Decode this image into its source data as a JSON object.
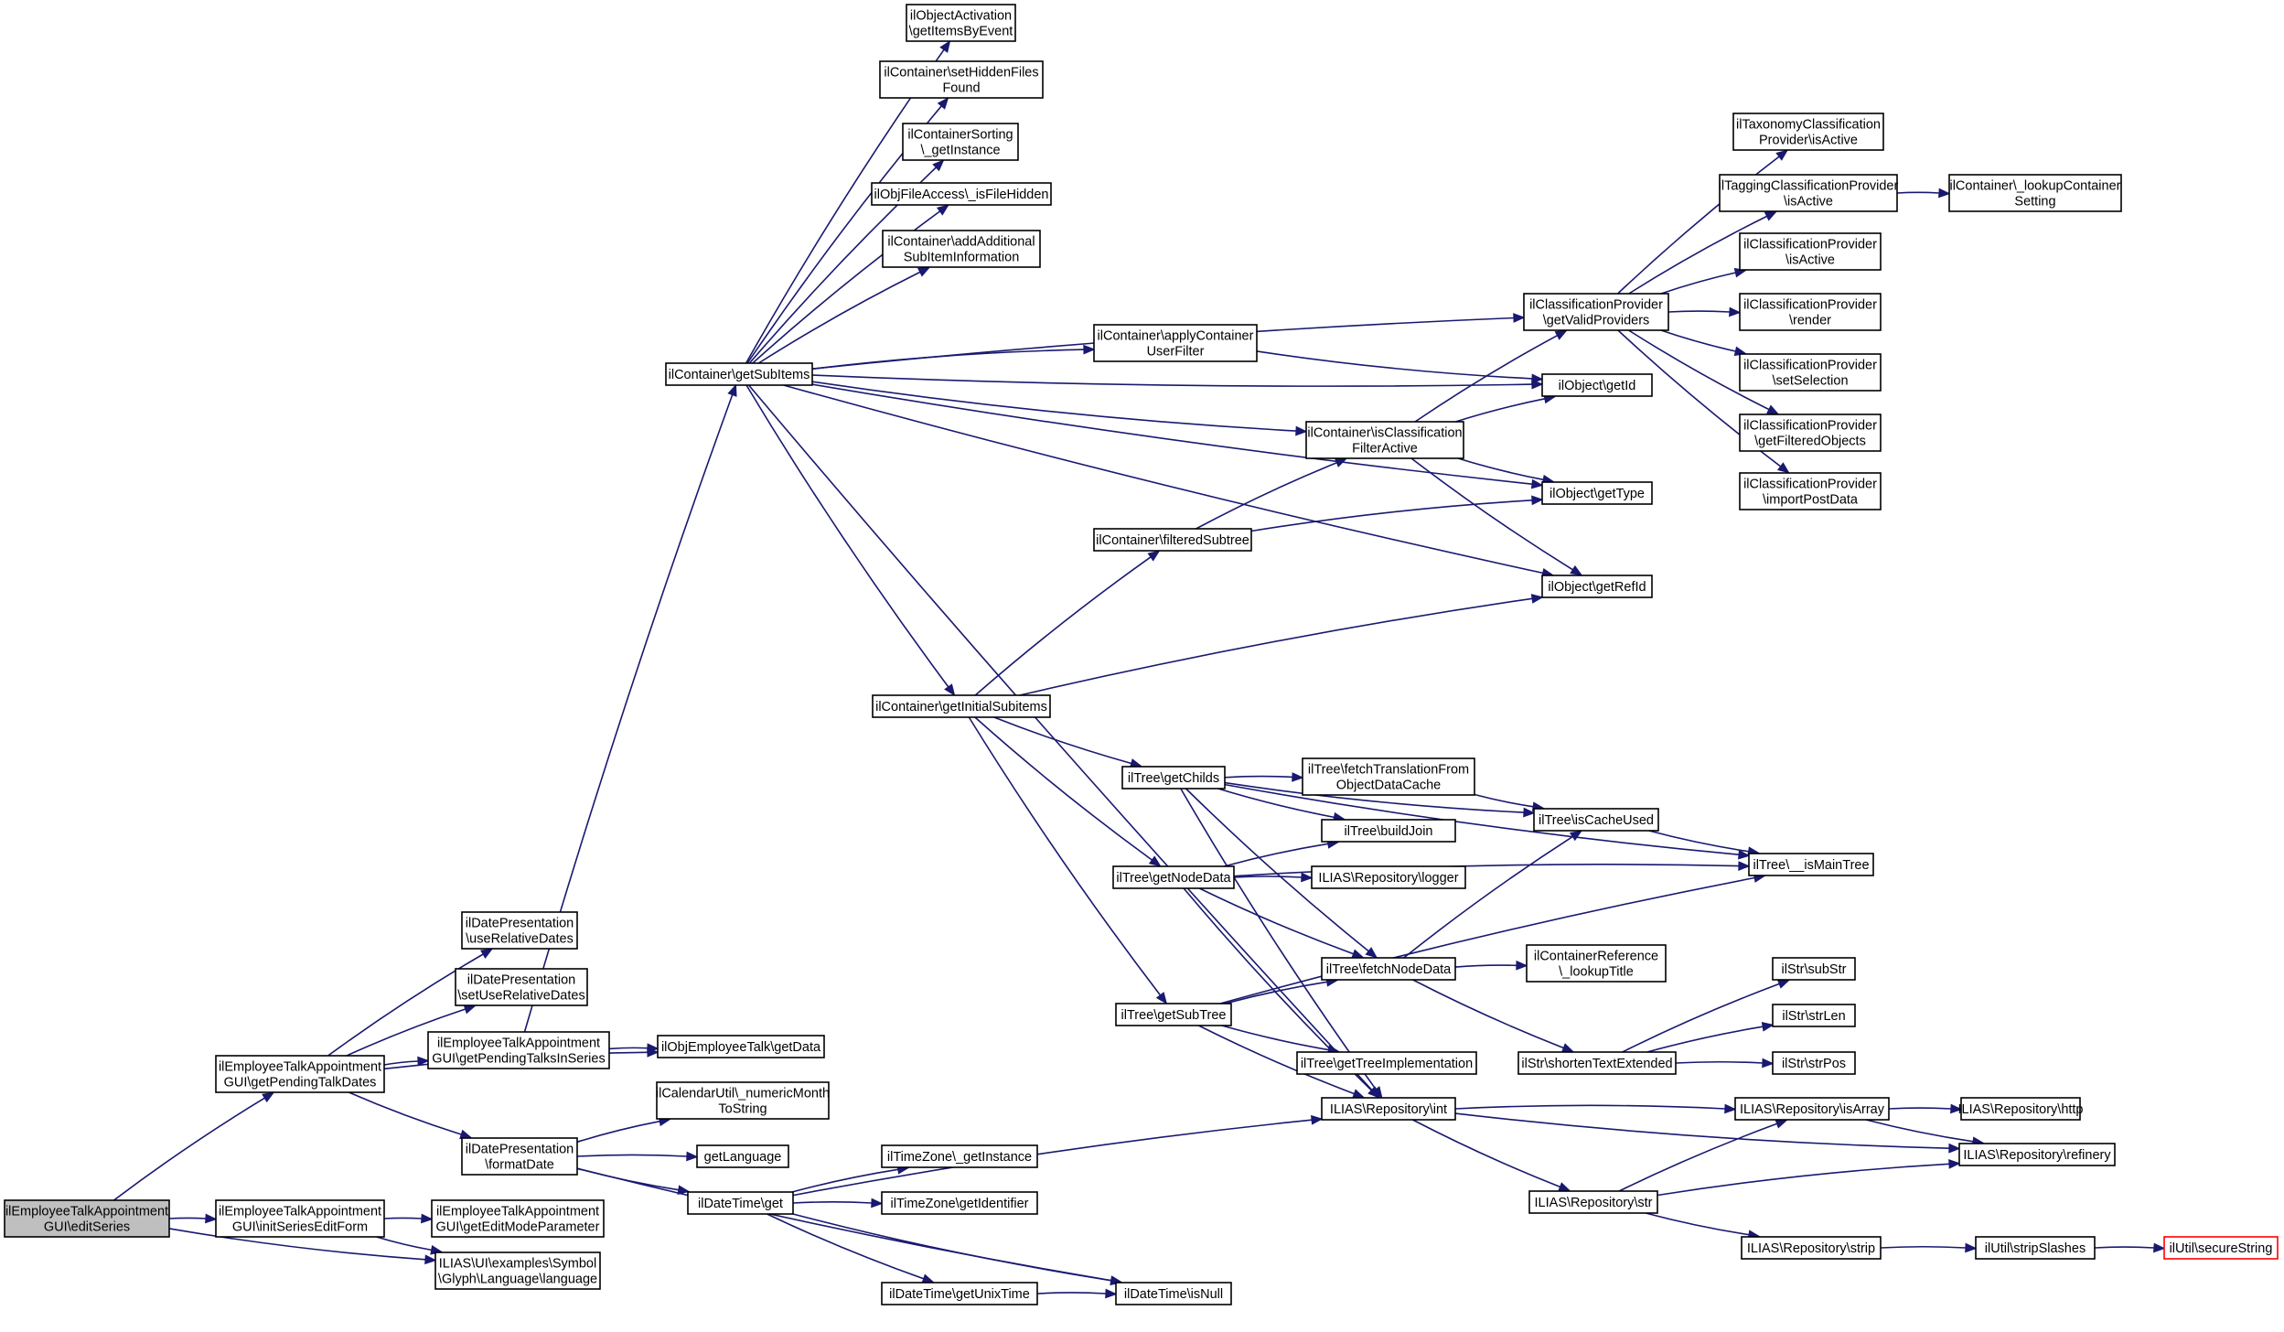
{
  "colors": {
    "edge": "#191970",
    "root_fill": "#bfbfbf",
    "node_fill": "#ffffff",
    "truncated_border": "#ff0000"
  },
  "nodes": [
    {
      "id": "edit_series",
      "lines": [
        "ilEmployeeTalkAppointment",
        "GUI\\editSeries"
      ],
      "root": true
    },
    {
      "id": "pending_dates",
      "lines": [
        "ilEmployeeTalkAppointment",
        "GUI\\getPendingTalkDates"
      ]
    },
    {
      "id": "init_form",
      "lines": [
        "ilEmployeeTalkAppointment",
        "GUI\\initSeriesEditForm"
      ]
    },
    {
      "id": "glyph_language",
      "lines": [
        "ILIAS\\UI\\examples\\Symbol",
        "\\Glyph\\Language\\language"
      ]
    },
    {
      "id": "use_relative",
      "lines": [
        "ilDatePresentation",
        "\\useRelativeDates"
      ]
    },
    {
      "id": "set_use_relative",
      "lines": [
        "ilDatePresentation",
        "\\setUseRelativeDates"
      ]
    },
    {
      "id": "pending_in_series",
      "lines": [
        "ilEmployeeTalkAppointment",
        "GUI\\getPendingTalksInSeries"
      ]
    },
    {
      "id": "format_date",
      "lines": [
        "ilDatePresentation",
        "\\formatDate"
      ]
    },
    {
      "id": "edit_mode_param",
      "lines": [
        "ilEmployeeTalkAppointment",
        "GUI\\getEditModeParameter"
      ]
    },
    {
      "id": "obj_talk_data",
      "lines": [
        "ilObjEmployeeTalk\\getData"
      ]
    },
    {
      "id": "numeric_month",
      "lines": [
        "ilCalendarUtil\\_numericMonth",
        "ToString"
      ]
    },
    {
      "id": "get_language",
      "lines": [
        "getLanguage"
      ]
    },
    {
      "id": "datetime_get",
      "lines": [
        "ilDateTime\\get"
      ]
    },
    {
      "id": "tz_instance",
      "lines": [
        "ilTimeZone\\_getInstance"
      ]
    },
    {
      "id": "tz_identifier",
      "lines": [
        "ilTimeZone\\getIdentifier"
      ]
    },
    {
      "id": "unix_time",
      "lines": [
        "ilDateTime\\getUnixTime"
      ]
    },
    {
      "id": "is_null",
      "lines": [
        "ilDateTime\\isNull"
      ]
    },
    {
      "id": "get_sub_items",
      "lines": [
        "ilContainer\\getSubItems"
      ]
    },
    {
      "id": "activation",
      "lines": [
        "ilObjectActivation",
        "\\getItemsByEvent"
      ]
    },
    {
      "id": "hidden_files",
      "lines": [
        "ilContainer\\setHiddenFiles",
        "Found"
      ]
    },
    {
      "id": "sorting_instance",
      "lines": [
        "ilContainerSorting",
        "\\_getInstance"
      ]
    },
    {
      "id": "file_hidden",
      "lines": [
        "ilObjFileAccess\\_isFileHidden"
      ]
    },
    {
      "id": "add_subitem",
      "lines": [
        "ilContainer\\addAdditional",
        "SubItemInformation"
      ]
    },
    {
      "id": "initial_subitems",
      "lines": [
        "ilContainer\\getInitialSubitems"
      ]
    },
    {
      "id": "apply_filter",
      "lines": [
        "ilContainer\\applyContainer",
        "UserFilter"
      ]
    },
    {
      "id": "filter_active",
      "lines": [
        "ilContainer\\isClassification",
        "FilterActive"
      ]
    },
    {
      "id": "filtered_subtree",
      "lines": [
        "ilContainer\\filteredSubtree"
      ]
    },
    {
      "id": "valid_providers",
      "lines": [
        "ilClassificationProvider",
        "\\getValidProviders"
      ]
    },
    {
      "id": "obj_get_id",
      "lines": [
        "ilObject\\getId"
      ]
    },
    {
      "id": "obj_get_type",
      "lines": [
        "ilObject\\getType"
      ]
    },
    {
      "id": "obj_get_ref",
      "lines": [
        "ilObject\\getRefId"
      ]
    },
    {
      "id": "taxonomy_active",
      "lines": [
        "ilTaxonomyClassification",
        "Provider\\isActive"
      ]
    },
    {
      "id": "tagging_active",
      "lines": [
        "ilTaggingClassificationProvider",
        "\\isActive"
      ]
    },
    {
      "id": "lookup_setting",
      "lines": [
        "ilContainer\\_lookupContainer",
        "Setting"
      ]
    },
    {
      "id": "cp_active",
      "lines": [
        "ilClassificationProvider",
        "\\isActive"
      ]
    },
    {
      "id": "cp_render",
      "lines": [
        "ilClassificationProvider",
        "\\render"
      ]
    },
    {
      "id": "cp_selection",
      "lines": [
        "ilClassificationProvider",
        "\\setSelection"
      ]
    },
    {
      "id": "cp_filtered",
      "lines": [
        "ilClassificationProvider",
        "\\getFilteredObjects"
      ]
    },
    {
      "id": "cp_import",
      "lines": [
        "ilClassificationProvider",
        "\\importPostData"
      ]
    },
    {
      "id": "get_childs",
      "lines": [
        "ilTree\\getChilds"
      ]
    },
    {
      "id": "get_node_data",
      "lines": [
        "ilTree\\getNodeData"
      ]
    },
    {
      "id": "get_sub_tree",
      "lines": [
        "ilTree\\getSubTree"
      ]
    },
    {
      "id": "fetch_translation",
      "lines": [
        "ilTree\\fetchTranslationFrom",
        "ObjectDataCache"
      ]
    },
    {
      "id": "build_join",
      "lines": [
        "ilTree\\buildJoin"
      ]
    },
    {
      "id": "repo_logger",
      "lines": [
        "ILIAS\\Repository\\logger"
      ]
    },
    {
      "id": "fetch_node_data",
      "lines": [
        "ilTree\\fetchNodeData"
      ]
    },
    {
      "id": "tree_impl",
      "lines": [
        "ilTree\\getTreeImplementation"
      ]
    },
    {
      "id": "is_cache_used",
      "lines": [
        "ilTree\\isCacheUsed"
      ]
    },
    {
      "id": "is_main_tree",
      "lines": [
        "ilTree\\__isMainTree"
      ]
    },
    {
      "id": "lookup_title",
      "lines": [
        "ilContainerReference",
        "\\_lookupTitle"
      ]
    },
    {
      "id": "shorten_text",
      "lines": [
        "ilStr\\shortenTextExtended"
      ]
    },
    {
      "id": "sub_str",
      "lines": [
        "ilStr\\subStr"
      ]
    },
    {
      "id": "str_len",
      "lines": [
        "ilStr\\strLen"
      ]
    },
    {
      "id": "str_pos",
      "lines": [
        "ilStr\\strPos"
      ]
    },
    {
      "id": "repo_int",
      "lines": [
        "ILIAS\\Repository\\int"
      ]
    },
    {
      "id": "repo_is_array",
      "lines": [
        "ILIAS\\Repository\\isArray"
      ]
    },
    {
      "id": "repo_http",
      "lines": [
        "ILIAS\\Repository\\http"
      ]
    },
    {
      "id": "repo_refinery",
      "lines": [
        "ILIAS\\Repository\\refinery"
      ]
    },
    {
      "id": "repo_str",
      "lines": [
        "ILIAS\\Repository\\str"
      ]
    },
    {
      "id": "repo_strip",
      "lines": [
        "ILIAS\\Repository\\strip"
      ]
    },
    {
      "id": "strip_slashes",
      "lines": [
        "ilUtil\\stripSlashes"
      ]
    },
    {
      "id": "secure_string",
      "lines": [
        "ilUtil\\secureString"
      ],
      "truncated": true
    }
  ],
  "edges": [
    [
      "edit_series",
      "pending_dates"
    ],
    [
      "edit_series",
      "init_form"
    ],
    [
      "edit_series",
      "glyph_language"
    ],
    [
      "pending_dates",
      "use_relative"
    ],
    [
      "pending_dates",
      "set_use_relative"
    ],
    [
      "pending_dates",
      "pending_in_series"
    ],
    [
      "pending_dates",
      "obj_talk_data"
    ],
    [
      "pending_dates",
      "format_date"
    ],
    [
      "init_form",
      "edit_mode_param"
    ],
    [
      "init_form",
      "glyph_language"
    ],
    [
      "pending_in_series",
      "obj_talk_data"
    ],
    [
      "pending_in_series",
      "get_sub_items"
    ],
    [
      "format_date",
      "numeric_month"
    ],
    [
      "format_date",
      "get_language"
    ],
    [
      "format_date",
      "datetime_get"
    ],
    [
      "format_date",
      "is_null"
    ],
    [
      "datetime_get",
      "repo_int"
    ],
    [
      "datetime_get",
      "tz_instance"
    ],
    [
      "datetime_get",
      "tz_identifier"
    ],
    [
      "datetime_get",
      "unix_time"
    ],
    [
      "datetime_get",
      "is_null"
    ],
    [
      "unix_time",
      "is_null"
    ],
    [
      "get_sub_items",
      "activation"
    ],
    [
      "get_sub_items",
      "hidden_files"
    ],
    [
      "get_sub_items",
      "sorting_instance"
    ],
    [
      "get_sub_items",
      "file_hidden"
    ],
    [
      "get_sub_items",
      "add_subitem"
    ],
    [
      "get_sub_items",
      "valid_providers"
    ],
    [
      "get_sub_items",
      "apply_filter"
    ],
    [
      "get_sub_items",
      "obj_get_id"
    ],
    [
      "get_sub_items",
      "filter_active"
    ],
    [
      "get_sub_items",
      "obj_get_type"
    ],
    [
      "get_sub_items",
      "obj_get_ref"
    ],
    [
      "get_sub_items",
      "initial_subitems"
    ],
    [
      "get_sub_items",
      "repo_int"
    ],
    [
      "apply_filter",
      "obj_get_id"
    ],
    [
      "filter_active",
      "valid_providers"
    ],
    [
      "filter_active",
      "obj_get_id"
    ],
    [
      "filter_active",
      "obj_get_type"
    ],
    [
      "filter_active",
      "obj_get_ref"
    ],
    [
      "filtered_subtree",
      "filter_active"
    ],
    [
      "filtered_subtree",
      "obj_get_type"
    ],
    [
      "initial_subitems",
      "filtered_subtree"
    ],
    [
      "initial_subitems",
      "obj_get_ref"
    ],
    [
      "initial_subitems",
      "get_childs"
    ],
    [
      "initial_subitems",
      "get_node_data"
    ],
    [
      "initial_subitems",
      "get_sub_tree"
    ],
    [
      "valid_providers",
      "taxonomy_active"
    ],
    [
      "valid_providers",
      "tagging_active"
    ],
    [
      "valid_providers",
      "cp_active"
    ],
    [
      "valid_providers",
      "cp_render"
    ],
    [
      "valid_providers",
      "cp_selection"
    ],
    [
      "valid_providers",
      "cp_filtered"
    ],
    [
      "valid_providers",
      "cp_import"
    ],
    [
      "tagging_active",
      "lookup_setting"
    ],
    [
      "get_childs",
      "fetch_translation"
    ],
    [
      "get_childs",
      "build_join"
    ],
    [
      "get_childs",
      "is_cache_used"
    ],
    [
      "get_childs",
      "is_main_tree"
    ],
    [
      "get_childs",
      "fetch_node_data"
    ],
    [
      "get_childs",
      "repo_int"
    ],
    [
      "fetch_translation",
      "is_cache_used"
    ],
    [
      "get_node_data",
      "build_join"
    ],
    [
      "get_node_data",
      "repo_logger"
    ],
    [
      "get_node_data",
      "is_main_tree"
    ],
    [
      "get_node_data",
      "fetch_node_data"
    ],
    [
      "get_node_data",
      "repo_int"
    ],
    [
      "get_sub_tree",
      "fetch_node_data"
    ],
    [
      "get_sub_tree",
      "is_main_tree"
    ],
    [
      "get_sub_tree",
      "tree_impl"
    ],
    [
      "get_sub_tree",
      "repo_int"
    ],
    [
      "fetch_node_data",
      "is_cache_used"
    ],
    [
      "fetch_node_data",
      "lookup_title"
    ],
    [
      "fetch_node_data",
      "shorten_text"
    ],
    [
      "is_cache_used",
      "is_main_tree"
    ],
    [
      "shorten_text",
      "sub_str"
    ],
    [
      "shorten_text",
      "str_len"
    ],
    [
      "shorten_text",
      "str_pos"
    ],
    [
      "repo_int",
      "repo_is_array"
    ],
    [
      "repo_int",
      "repo_refinery"
    ],
    [
      "repo_int",
      "repo_str"
    ],
    [
      "repo_is_array",
      "repo_http"
    ],
    [
      "repo_is_array",
      "repo_refinery"
    ],
    [
      "repo_str",
      "repo_is_array"
    ],
    [
      "repo_str",
      "repo_refinery"
    ],
    [
      "repo_str",
      "repo_strip"
    ],
    [
      "repo_strip",
      "strip_slashes"
    ],
    [
      "strip_slashes",
      "secure_string"
    ]
  ]
}
